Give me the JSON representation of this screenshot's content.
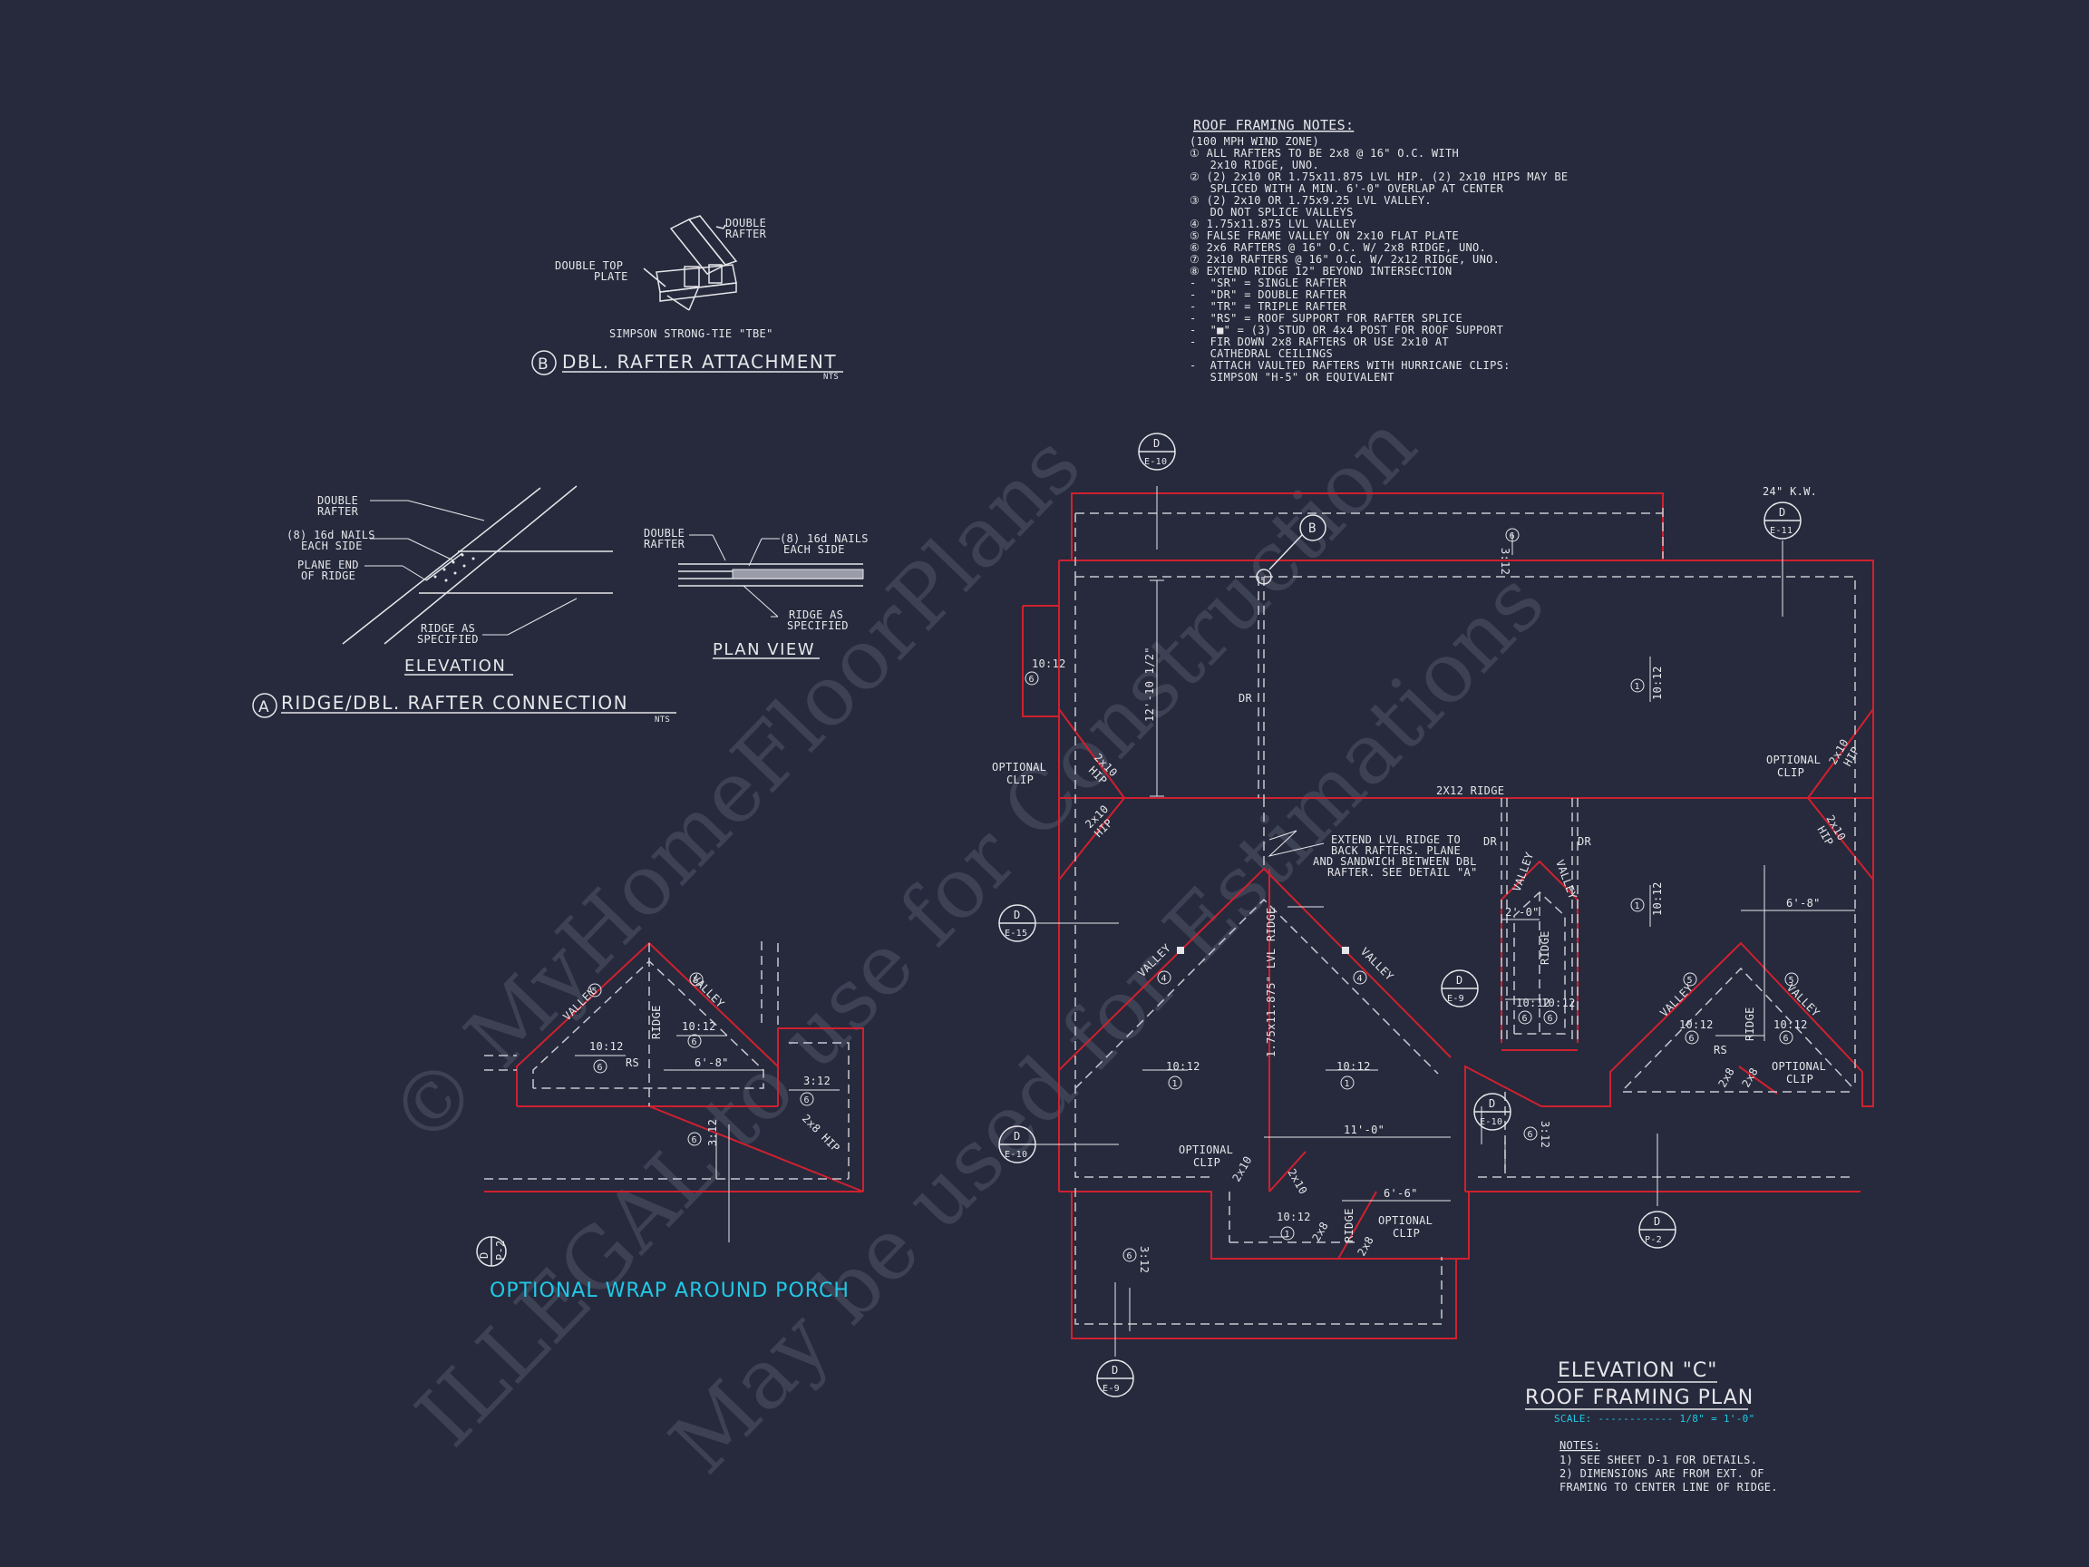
{
  "notes_block": {
    "title": "ROOF FRAMING NOTES:",
    "lines": [
      "(100 MPH WIND ZONE)",
      "① ALL RAFTERS TO BE 2x8 @ 16\" O.C. WITH",
      "   2x10 RIDGE, UNO.",
      "② (2) 2x10 OR 1.75x11.875 LVL HIP. (2) 2x10 HIPS MAY BE",
      "   SPLICED WITH A MIN. 6'-0\" OVERLAP AT CENTER",
      "③ (2) 2x10 OR 1.75x9.25 LVL VALLEY.",
      "   DO NOT SPLICE VALLEYS",
      "④ 1.75x11.875 LVL VALLEY",
      "⑤ FALSE FRAME VALLEY ON 2x10 FLAT PLATE",
      "⑥ 2x6 RAFTERS @ 16\" O.C. W/ 2x8 RIDGE, UNO.",
      "⑦ 2x10 RAFTERS @ 16\" O.C. W/ 2x12 RIDGE, UNO.",
      "⑧ EXTEND RIDGE 12\" BEYOND INTERSECTION",
      "-  \"SR\" = SINGLE RAFTER",
      "-  \"DR\" = DOUBLE RAFTER",
      "-  \"TR\" = TRIPLE RAFTER",
      "-  \"RS\" = ROOF SUPPORT FOR RAFTER SPLICE",
      "-  \"■\" = (3) STUD OR 4x4 POST FOR ROOF SUPPORT",
      "-  FIR DOWN 2x8 RAFTERS OR USE 2x10 AT",
      "   CATHEDRAL CEILINGS",
      "-  ATTACH VAULTED RAFTERS WITH HURRICANE CLIPS:",
      "   SIMPSON \"H-5\" OR EQUIVALENT"
    ]
  },
  "detail_b": {
    "marker": "B",
    "title": "DBL. RAFTER ATTACHMENT",
    "scale": "NTS",
    "label_double_rafter_1": "DOUBLE",
    "label_double_rafter_2": "RAFTER",
    "label_top_plate_1": "DOUBLE TOP",
    "label_top_plate_2": "PLATE",
    "label_simpson": "SIMPSON STRONG-TIE \"TBE\""
  },
  "detail_a": {
    "marker": "A",
    "title": "RIDGE/DBL. RAFTER CONNECTION",
    "scale": "NTS",
    "elevation_title": "ELEVATION",
    "plan_title": "PLAN VIEW",
    "e_double_1": "DOUBLE",
    "e_double_2": "RAFTER",
    "e_nails_1": "(8) 16d NAILS",
    "e_nails_2": "EACH SIDE",
    "e_plane_1": "PLANE END",
    "e_plane_2": "OF RIDGE",
    "e_ridge_1": "RIDGE AS",
    "e_ridge_2": "SPECIFIED",
    "p_double_1": "DOUBLE",
    "p_double_2": "RAFTER",
    "p_nails_1": "(8) 16d NAILS",
    "p_nails_2": "EACH SIDE",
    "p_ridge_1": "RIDGE AS",
    "p_ridge_2": "SPECIFIED"
  },
  "porch": {
    "title": "OPTIONAL WRAP AROUND PORCH",
    "valley_a": "VALLEY",
    "valley_b": "VALLEY",
    "ridge": "RIDGE",
    "pitch_a": "10:12",
    "pitch_b": "10:12",
    "pitch_c": "3:12",
    "pitch_d": "3:12",
    "rs": "RS",
    "dim": "6'-8\"",
    "hip": "2x8 HIP",
    "note5a": "5",
    "note5b": "5",
    "note6a": "6",
    "note6b": "6",
    "note6c": "6",
    "note6d": "6",
    "tag_top": "D",
    "tag_bot": "P-2"
  },
  "plan": {
    "title_1": "ELEVATION \"C\"",
    "title_2": "ROOF FRAMING PLAN",
    "scale_label": "SCALE: ------------ 1/8\" = 1'-0\"",
    "notes_title": "NOTES:",
    "notes": [
      "1) SEE SHEET D-1 FOR DETAILS.",
      "2) DIMENSIONS ARE FROM EXT. OF",
      "   FRAMING TO CENTER LINE OF RIDGE."
    ],
    "ridge_main": "2X12 RIDGE",
    "extend_note": [
      "EXTEND LVL RIDGE TO",
      "BACK RAFTERS. PLANE",
      "AND SANDWICH BETWEEN DBL",
      "RAFTER. SEE DETAIL \"A\""
    ],
    "dr": "DR",
    "optional_clip": "OPTIONAL",
    "clip": "CLIP",
    "hip_2x10": "2x10",
    "hip_word": "HIP",
    "hip_2x8": "2x8",
    "valley": "VALLEY",
    "ridge": "RIDGE",
    "lvl_ridge": "1.75x11.875\" LVL RIDGE",
    "pitch_10_12": "10:12",
    "pitch_3_12": "3:12",
    "dim_12_10": "12'-10 1/2\"",
    "dim_2_0": "2'-0\"",
    "dim_6_8": "6'-8\"",
    "dim_11_0": "11'-0\"",
    "dim_6_6": "6'-6\"",
    "kw": "24\" K.W.",
    "rs": "RS",
    "tag_d": "D",
    "tag_e10": "E-10",
    "tag_e11": "E-11",
    "tag_e15": "E-15",
    "tag_e9": "E-9",
    "tag_p2": "P-2",
    "bubble_b": "B",
    "n1": "1",
    "n4": "4",
    "n5": "5",
    "n6": "6"
  },
  "watermark": {
    "line1": "© MyHomeFloorPlans",
    "line2": "ILLEGAL to use for Construction",
    "line3": "May be used for Estimations"
  }
}
